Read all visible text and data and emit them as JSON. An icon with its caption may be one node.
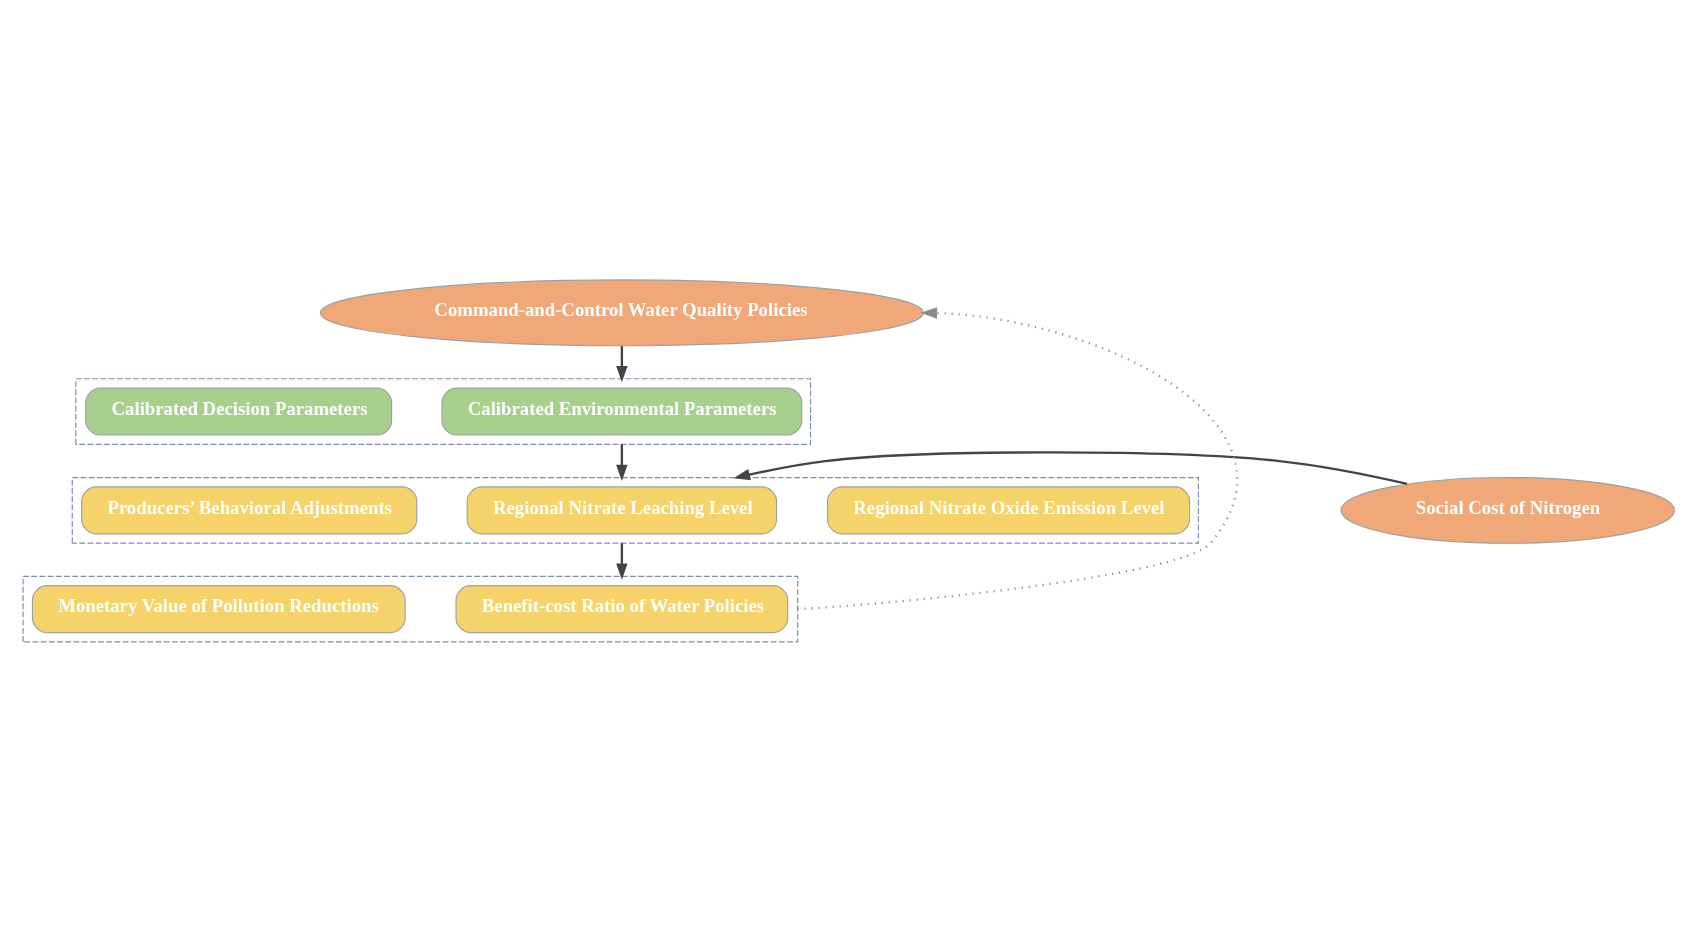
{
  "diagram": {
    "nodes": [
      {
        "text": [
          "Command-and-Control Water Quality Policies"
        ]
      },
      {
        "text": [],
        "shape": "box"
      },
      {
        "text": [
          "Calibrated Decision Parameters"
        ],
        "in": 1
      },
      {
        "text": [
          "Calibrated Environmental Parameters"
        ],
        "in": 1
      },
      {
        "text": [
          "Social Cost of Nitrogen"
        ]
      },
      {
        "text": [],
        "shape": "box"
      },
      {
        "text": [
          "Producers’ Behavioral Adjustments"
        ],
        "in": 5
      },
      {
        "text": [
          "Regional Nitrate Leaching Level"
        ],
        "in": 5
      },
      {
        "text": [
          "Regional Nitrate Oxide Emission Level"
        ],
        "in": 5
      },
      {
        "text": [],
        "shape": "box"
      },
      {
        "text": [
          "Monetary Value of Pollution Reductions"
        ],
        "in": 9
      },
      {
        "text": [
          "Benefit-cost Ratio of Water Policies"
        ],
        "in": 9
      }
    ],
    "edges": [
      {
        "from": 0,
        "to": 1,
        "arrow": "to"
      },
      {
        "from": 1,
        "to": 5,
        "arrow": "to"
      },
      {
        "from": 4,
        "to": 5,
        "arrow": "to"
      },
      {
        "from": 5,
        "to": 9,
        "arrow": "to"
      },
      {
        "from": 9,
        "to": 0,
        "arrow": "to",
        "style": "dashed",
        "color": "#8a8a8a"
      }
    ]
  }
}
